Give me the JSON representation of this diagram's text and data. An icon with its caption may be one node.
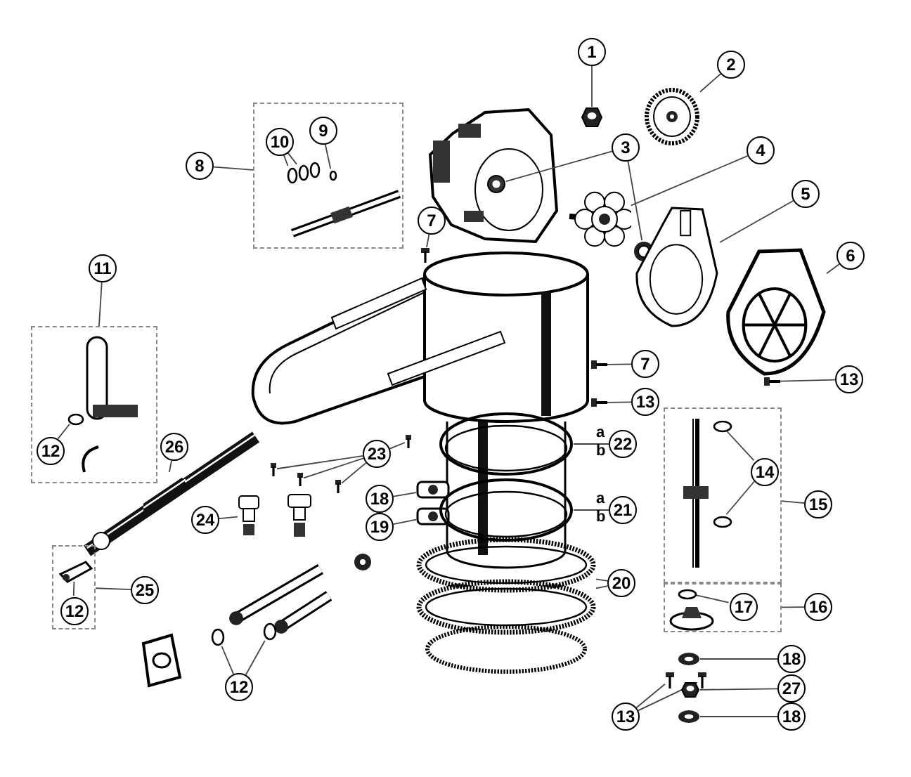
{
  "diagram": {
    "nodes": [
      {
        "text": [
          "1"
        ]
      },
      {
        "text": [],
        "shape": "picture"
      },
      {
        "text": [
          "2"
        ]
      },
      {
        "text": [],
        "shape": "picture"
      },
      {
        "text": [
          "8"
        ]
      },
      {
        "text": [],
        "shape": "box"
      },
      {
        "text": [
          "10"
        ],
        "in": 5
      },
      {
        "text": [
          "9"
        ],
        "in": 5
      },
      {
        "text": [],
        "shape": "circle",
        "in": 5
      },
      {
        "text": [],
        "shape": "circle",
        "in": 5
      },
      {
        "text": [],
        "shape": "circle",
        "in": 5
      },
      {
        "text": [],
        "shape": "circle",
        "in": 5
      },
      {
        "text": [
          "3"
        ]
      },
      {
        "text": [],
        "shape": "picture"
      },
      {
        "text": [],
        "shape": "picture"
      },
      {
        "text": [
          "4"
        ]
      },
      {
        "text": [],
        "shape": "picture"
      },
      {
        "text": [
          "5"
        ]
      },
      {
        "text": [],
        "shape": "picture"
      },
      {
        "text": [
          "6"
        ]
      },
      {
        "text": [],
        "shape": "picture"
      },
      {
        "text": [
          "7"
        ]
      },
      {
        "text": [],
        "shape": "picture"
      },
      {
        "text": [
          "11"
        ]
      },
      {
        "text": [],
        "shape": "box"
      },
      {
        "text": [
          "12"
        ],
        "in": 24
      },
      {
        "text": [],
        "shape": "circle",
        "in": 24
      },
      {
        "text": [
          "7"
        ]
      },
      {
        "text": [],
        "shape": "picture"
      },
      {
        "text": [
          "13"
        ]
      },
      {
        "text": [],
        "shape": "picture"
      },
      {
        "text": [
          "13"
        ]
      },
      {
        "text": [],
        "shape": "picture"
      },
      {
        "text": [
          "22"
        ],
        "beside": [
          "a",
          "b"
        ]
      },
      {
        "text": [],
        "shape": "picture"
      },
      {
        "text": [
          "26"
        ]
      },
      {
        "text": [],
        "shape": "picture"
      },
      {
        "text": [
          "23"
        ]
      },
      {
        "text": [],
        "shape": "picture"
      },
      {
        "text": [],
        "shape": "picture"
      },
      {
        "text": [],
        "shape": "picture"
      },
      {
        "text": [],
        "shape": "picture"
      },
      {
        "text": [
          "18"
        ]
      },
      {
        "text": [],
        "shape": "picture"
      },
      {
        "text": [
          "19"
        ]
      },
      {
        "text": [],
        "shape": "picture"
      },
      {
        "text": [
          "21"
        ],
        "beside": [
          "a",
          "b"
        ]
      },
      {
        "text": [],
        "shape": "picture"
      },
      {
        "text": [
          "24"
        ]
      },
      {
        "text": [],
        "shape": "picture"
      },
      {
        "text": [
          "15"
        ]
      },
      {
        "text": [],
        "shape": "box"
      },
      {
        "text": [
          "14"
        ],
        "in": 51
      },
      {
        "text": [],
        "shape": "circle",
        "in": 51
      },
      {
        "text": [],
        "shape": "circle",
        "in": 51
      },
      {
        "text": [
          "16"
        ]
      },
      {
        "text": [],
        "shape": "box"
      },
      {
        "text": [
          "17"
        ],
        "in": 56
      },
      {
        "text": [],
        "shape": "circle",
        "in": 56
      },
      {
        "text": [
          "25"
        ]
      },
      {
        "text": [],
        "shape": "box"
      },
      {
        "text": [
          "12"
        ],
        "in": 60
      },
      {
        "text": [],
        "shape": "picture",
        "in": 60
      },
      {
        "text": [
          "20"
        ]
      },
      {
        "text": [],
        "shape": "picture"
      },
      {
        "text": [],
        "shape": "picture"
      },
      {
        "text": [
          "12"
        ]
      },
      {
        "text": [],
        "shape": "circle"
      },
      {
        "text": [],
        "shape": "circle"
      },
      {
        "text": [
          "18"
        ]
      },
      {
        "text": [],
        "shape": "picture"
      },
      {
        "text": [
          "27"
        ]
      },
      {
        "text": [],
        "shape": "picture"
      },
      {
        "text": [
          "13"
        ]
      },
      {
        "text": [],
        "shape": "picture"
      },
      {
        "text": [],
        "shape": "picture"
      },
      {
        "text": [
          "18"
        ]
      },
      {
        "text": [],
        "shape": "picture"
      }
    ],
    "edges": [
      {
        "from": 0,
        "to": 1,
        "arrow": "none"
      },
      {
        "from": 2,
        "to": 3,
        "arrow": "none"
      },
      {
        "from": 4,
        "to": 5,
        "arrow": "none"
      },
      {
        "from": 6,
        "to": 8,
        "arrow": "none"
      },
      {
        "from": 6,
        "to": 9,
        "arrow": "none"
      },
      {
        "from": 7,
        "to": 11,
        "arrow": "none"
      },
      {
        "from": 12,
        "to": 13,
        "arrow": "none"
      },
      {
        "from": 12,
        "to": 14,
        "arrow": "none"
      },
      {
        "from": 15,
        "to": 16,
        "arrow": "none"
      },
      {
        "from": 17,
        "to": 18,
        "arrow": "none"
      },
      {
        "from": 19,
        "to": 20,
        "arrow": "none"
      },
      {
        "from": 21,
        "to": 22,
        "arrow": "none"
      },
      {
        "from": 23,
        "to": 24,
        "arrow": "none"
      },
      {
        "from": 25,
        "to": 26,
        "arrow": "none"
      },
      {
        "from": 27,
        "to": 28,
        "arrow": "none"
      },
      {
        "from": 29,
        "to": 30,
        "arrow": "none"
      },
      {
        "from": 31,
        "to": 32,
        "arrow": "none"
      },
      {
        "from": 33,
        "to": 34,
        "arrow": "none"
      },
      {
        "from": 35,
        "to": 36,
        "arrow": "none"
      },
      {
        "from": 37,
        "to": 38,
        "arrow": "none"
      },
      {
        "from": 37,
        "to": 39,
        "arrow": "none"
      },
      {
        "from": 37,
        "to": 40,
        "arrow": "none"
      },
      {
        "from": 37,
        "to": 41,
        "arrow": "none"
      },
      {
        "from": 42,
        "to": 43,
        "arrow": "none"
      },
      {
        "from": 44,
        "to": 45,
        "arrow": "none"
      },
      {
        "from": 46,
        "to": 47,
        "arrow": "none"
      },
      {
        "from": 48,
        "to": 49,
        "arrow": "none"
      },
      {
        "from": 50,
        "to": 51,
        "arrow": "none"
      },
      {
        "from": 52,
        "to": 53,
        "arrow": "none"
      },
      {
        "from": 52,
        "to": 54,
        "arrow": "none"
      },
      {
        "from": 55,
        "to": 56,
        "arrow": "none"
      },
      {
        "from": 57,
        "to": 58,
        "arrow": "none"
      },
      {
        "from": 59,
        "to": 60,
        "arrow": "none"
      },
      {
        "from": 61,
        "to": 62,
        "arrow": "none"
      },
      {
        "from": 63,
        "to": 64,
        "arrow": "none"
      },
      {
        "from": 63,
        "to": 65,
        "arrow": "none"
      },
      {
        "from": 66,
        "to": 67,
        "arrow": "none"
      },
      {
        "from": 66,
        "to": 68,
        "arrow": "none"
      },
      {
        "from": 69,
        "to": 70,
        "arrow": "none"
      },
      {
        "from": 71,
        "to": 72,
        "arrow": "none"
      },
      {
        "from": 73,
        "to": 74,
        "arrow": "none"
      },
      {
        "from": 73,
        "to": 75,
        "arrow": "none"
      },
      {
        "from": 76,
        "to": 77,
        "arrow": "none"
      }
    ]
  }
}
